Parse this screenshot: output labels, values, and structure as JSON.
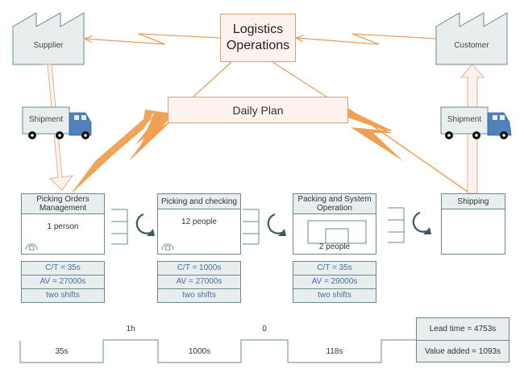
{
  "supplier": {
    "label": "Supplier"
  },
  "customer": {
    "label": "Customer"
  },
  "logistics": {
    "line1": "Logistics",
    "line2": "Operations"
  },
  "daily_plan": {
    "label": "Daily Plan"
  },
  "shipments": [
    {
      "label": "Shipment"
    },
    {
      "label": "Shipment"
    }
  ],
  "processes": [
    {
      "title": "Picking Orders Management",
      "operators": "1 person",
      "ct": "C/T = 35s",
      "av": "AV = 27000s",
      "shifts": "two shifts"
    },
    {
      "title": "Picking and checking",
      "operators": "12 people",
      "ct": "C/T = 1000s",
      "av": "AV = 27000s",
      "shifts": "two shifts"
    },
    {
      "title": "Packing and System Operation",
      "operators": "2 people",
      "ct": "C/T = 35s",
      "av": "AV = 29000s",
      "shifts": "two shifts"
    },
    {
      "title": "Shipping"
    }
  ],
  "timeline": {
    "process_times": [
      "35s",
      "1000s",
      "118s"
    ],
    "wait_times": [
      "1h",
      "0"
    ]
  },
  "summary": {
    "lead_time": "Lead time = 4753s",
    "value_added": "Value added = 1093s"
  },
  "colors": {
    "accent_orange": "#e8a060",
    "box_border": "#6b8a8f",
    "box_fill": "#e8eeee",
    "truck_blue": "#4f81bd",
    "data_text": "#4a6fa5"
  }
}
